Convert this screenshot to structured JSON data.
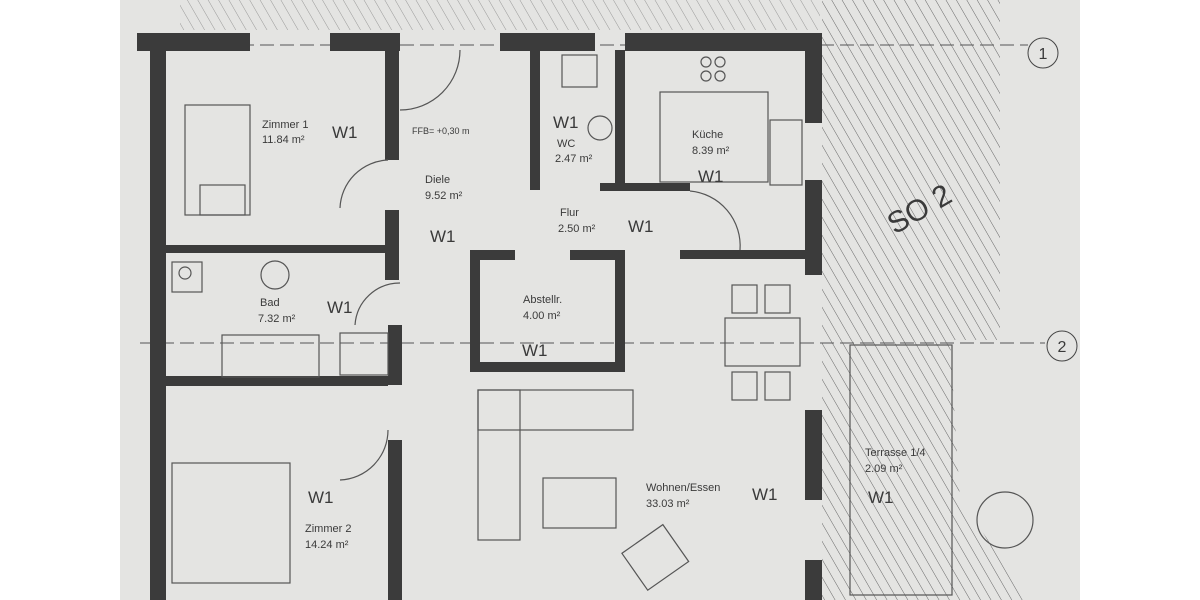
{
  "plan": {
    "level_note": "FFB= +0,30 m",
    "zone_label": "SO 2",
    "axes": [
      "1",
      "2"
    ],
    "wall_type": "W1",
    "rooms": [
      {
        "name": "Zimmer 1",
        "area": "11.84 m²"
      },
      {
        "name": "Diele",
        "area": "9.52 m²"
      },
      {
        "name": "WC",
        "area": "2.47 m²"
      },
      {
        "name": "Küche",
        "area": "8.39 m²"
      },
      {
        "name": "Flur",
        "area": "2.50 m²"
      },
      {
        "name": "Bad",
        "area": "7.32 m²"
      },
      {
        "name": "Abstellr.",
        "area": "4.00 m²"
      },
      {
        "name": "Wohnen/Essen",
        "area": "33.03 m²"
      },
      {
        "name": "Terrasse 1/4",
        "area": "2.09 m²"
      },
      {
        "name": "Zimmer 2",
        "area": "14.24 m²"
      }
    ]
  },
  "colors": {
    "paper": "#e4e4e2",
    "wall": "#3b3b3b",
    "line": "#555555"
  }
}
